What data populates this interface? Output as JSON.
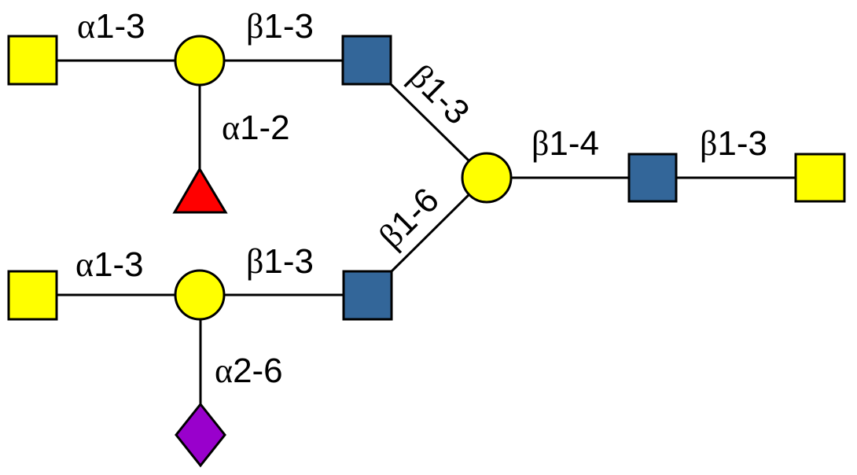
{
  "title": "Glycan structure (SNFG)",
  "colors": {
    "galactose": "#FFFF00",
    "glcnac": "#336699",
    "fucose": "#FF0000",
    "neu5ac": "#9900CC",
    "outline": "#000000",
    "background": "#FFFFFF"
  },
  "residues": [
    {
      "id": "galnac-top-left",
      "type": "GalNAc",
      "shape": "square",
      "color": "#FFFF00"
    },
    {
      "id": "gal-top",
      "type": "Gal",
      "shape": "circle",
      "color": "#FFFF00"
    },
    {
      "id": "fuc-top",
      "type": "Fuc",
      "shape": "triangle",
      "color": "#FF0000"
    },
    {
      "id": "glcnac-top",
      "type": "GlcNAc",
      "shape": "square",
      "color": "#336699"
    },
    {
      "id": "galnac-bottom-left",
      "type": "GalNAc",
      "shape": "square",
      "color": "#FFFF00"
    },
    {
      "id": "gal-bottom",
      "type": "Gal",
      "shape": "circle",
      "color": "#FFFF00"
    },
    {
      "id": "neu5ac-bottom",
      "type": "Neu5Ac",
      "shape": "diamond",
      "color": "#9900CC"
    },
    {
      "id": "glcnac-bottom",
      "type": "GlcNAc",
      "shape": "square",
      "color": "#336699"
    },
    {
      "id": "gal-core",
      "type": "Gal",
      "shape": "circle",
      "color": "#FFFF00"
    },
    {
      "id": "glcnac-core",
      "type": "GlcNAc",
      "shape": "square",
      "color": "#336699"
    },
    {
      "id": "galnac-reducing-end",
      "type": "GalNAc",
      "shape": "square",
      "color": "#FFFF00"
    }
  ],
  "linkages": {
    "top_left": {
      "greek": "α",
      "pos": "1-3"
    },
    "top_mid": {
      "greek": "β",
      "pos": "1-3"
    },
    "top_fuc": {
      "greek": "α",
      "pos": "1-2"
    },
    "top_branch": {
      "greek": "β",
      "pos": "1-3"
    },
    "bottom_branch": {
      "greek": "β",
      "pos": "1-6"
    },
    "bottom_left": {
      "greek": "α",
      "pos": "1-3"
    },
    "bottom_mid": {
      "greek": "β",
      "pos": "1-3"
    },
    "bottom_neu": {
      "greek": "α",
      "pos": "2-6"
    },
    "core_right": {
      "greek": "β",
      "pos": "1-4"
    },
    "reducing_end": {
      "greek": "β",
      "pos": "1-3"
    }
  }
}
